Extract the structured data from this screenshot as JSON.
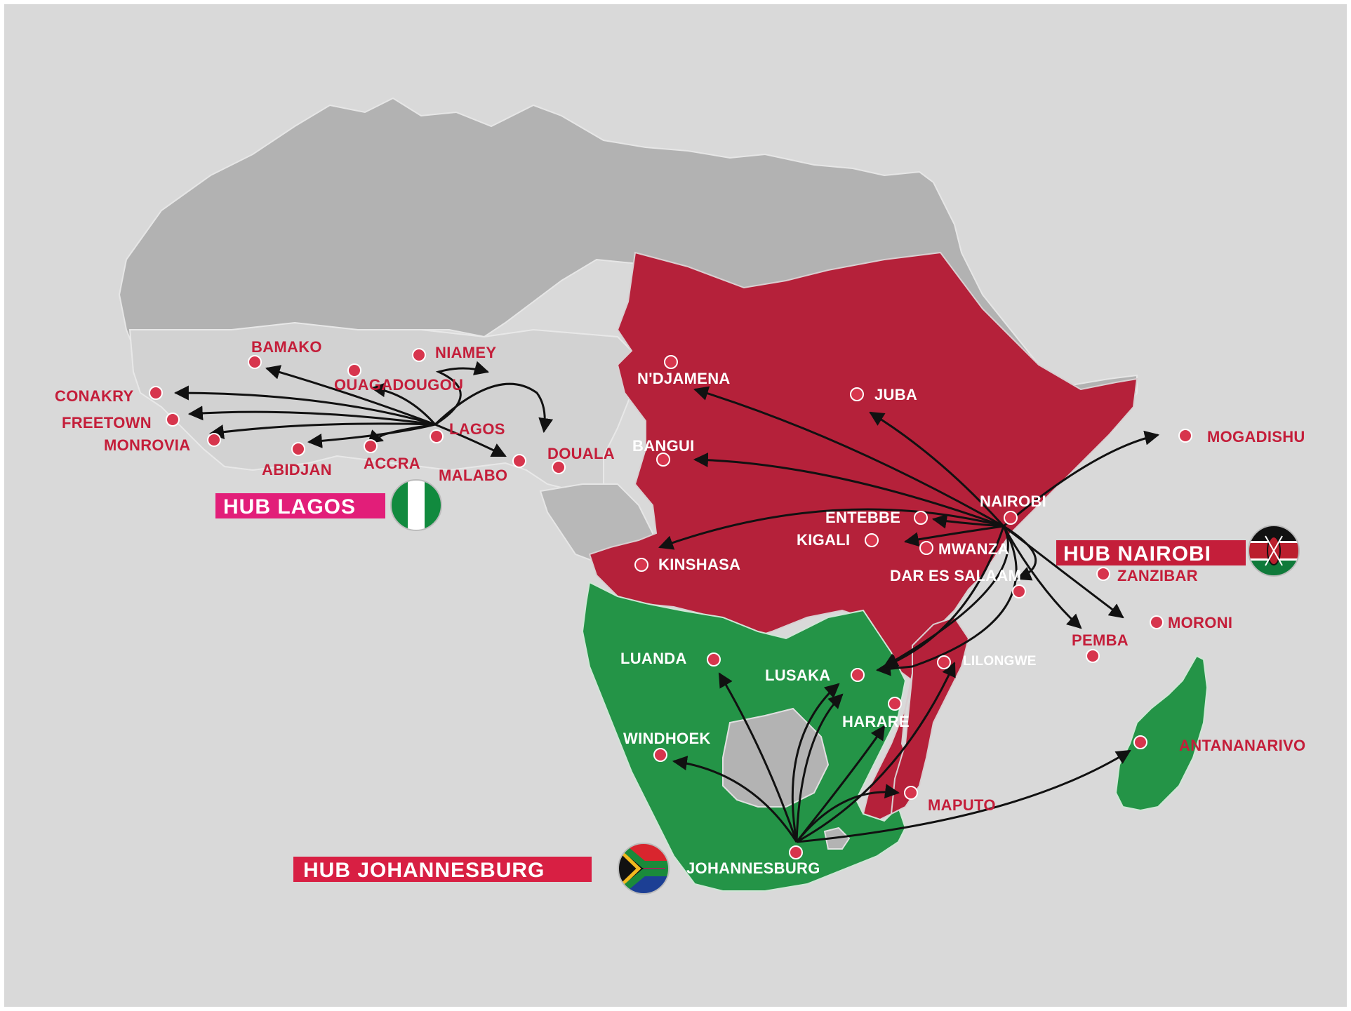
{
  "colors": {
    "background": "#d9d9d9",
    "land_north": "#b2b2b2",
    "land_west": "#d2d2d2",
    "region_nairobi": "#b5213a",
    "region_johannesburg": "#249447",
    "hub_lagos": "#e21e79",
    "hub_nairobi": "#c41e3a",
    "hub_johannesburg": "#d81f43",
    "label": "#c41e3a",
    "label_on_color": "#ffffff",
    "route": "#111111",
    "marker": "#d7354d"
  },
  "hubs": {
    "lagos": {
      "label": "HUB LAGOS",
      "flag": "nigeria-flag-icon"
    },
    "nairobi": {
      "label": "HUB NAIROBI",
      "flag": "kenya-flag-icon"
    },
    "johannesburg": {
      "label": "HUB JOHANNESBURG",
      "flag": "south-africa-flag-icon"
    }
  },
  "cities": {
    "bamako": "BAMAKO",
    "niamey": "NIAMEY",
    "ouagadougou": "OUAGADOUGOU",
    "conakry": "CONAKRY",
    "freetown": "FREETOWN",
    "monrovia": "MONROVIA",
    "abidjan": "ABIDJAN",
    "accra": "ACCRA",
    "lagos": "LAGOS",
    "malabo": "MALABO",
    "douala": "DOUALA",
    "ndjamena": "N'DJAMENA",
    "bangui": "BANGUI",
    "juba": "JUBA",
    "mogadishu": "MOGADISHU",
    "nairobi": "NAIROBI",
    "entebbe": "ENTEBBE",
    "kigali": "KIGALI",
    "mwanza": "MWANZA",
    "kinshasa": "KINSHASA",
    "dar_es_salaam": "DAR ES SALAAM",
    "zanzibar": "ZANZIBAR",
    "moroni": "MORONI",
    "pemba": "PEMBA",
    "luanda": "LUANDA",
    "lusaka": "LUSAKA",
    "lilongwe": "LILONGWE",
    "harare": "HARARE",
    "windhoek": "WINDHOEK",
    "antananarivo": "ANTANANARIVO",
    "maputo": "MAPUTO",
    "johannesburg": "JOHANNESBURG"
  }
}
